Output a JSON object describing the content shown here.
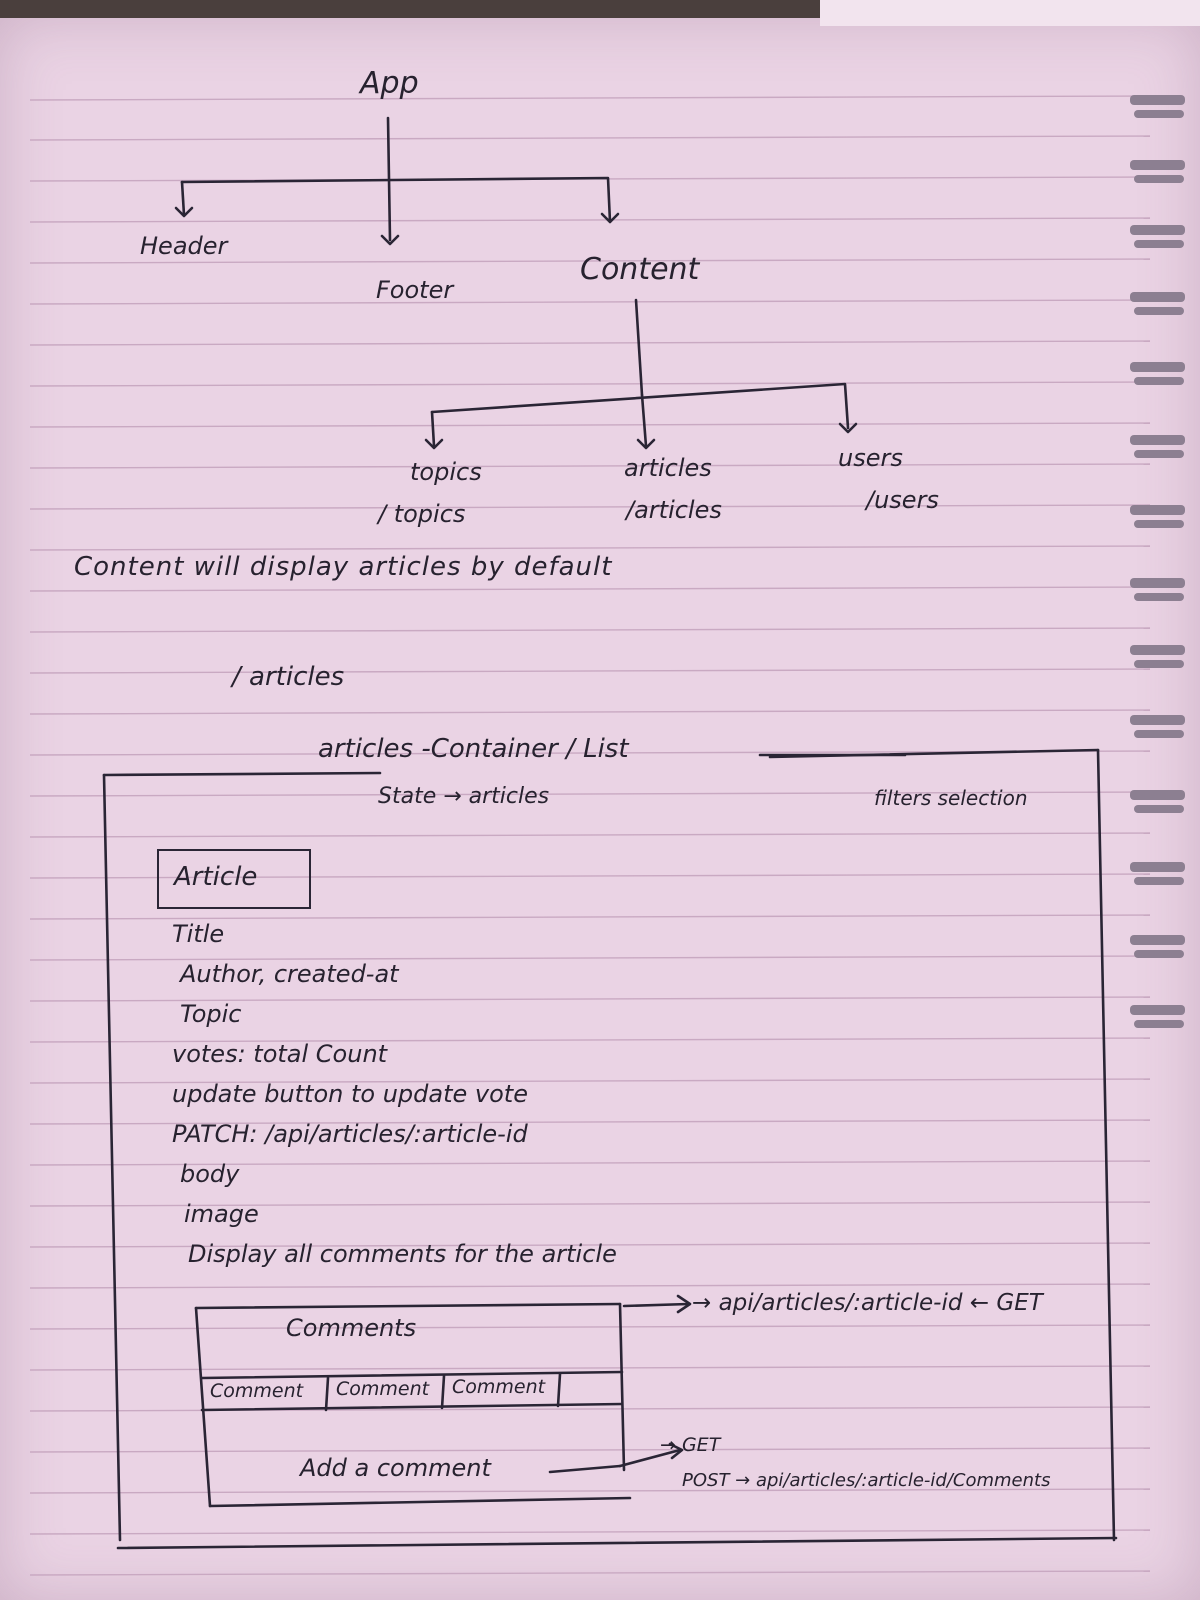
{
  "tree": {
    "root": "App",
    "level1": [
      "Header",
      "Footer",
      "Content"
    ],
    "level2": [
      {
        "name": "topics",
        "route": "/ topics"
      },
      {
        "name": "articles",
        "route": "/articles"
      },
      {
        "name": "users",
        "route": "/users"
      }
    ]
  },
  "note_default": "Content will display articles by default",
  "route_heading": "/ articles",
  "container": {
    "title": "articles -Container / List",
    "state": "State → articles",
    "filter": "filters selection"
  },
  "article": {
    "label": "Article",
    "fields": [
      "Title",
      "Author, created-at",
      "Topic",
      "votes: total Count",
      "update button to update vote",
      "PATCH: /api/articles/:article-id",
      "body",
      "image",
      "Display all comments for the article"
    ]
  },
  "comments": {
    "label": "Comments",
    "cells": [
      "Comment",
      "Comment",
      "Comment"
    ],
    "add": "Add a comment",
    "get_endpoint": "→ api/articles/:article-id ← GET",
    "post_get": "→ GET",
    "post_endpoint": "POST → api/articles/:article-id/Comments"
  }
}
